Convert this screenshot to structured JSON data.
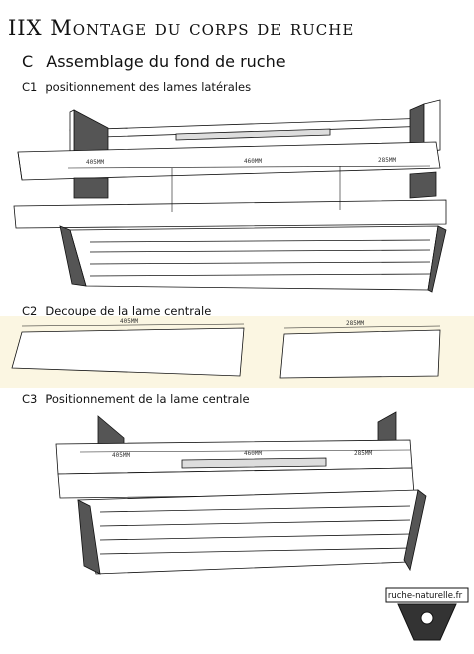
{
  "title": "IIX Montage du corps de ruche",
  "section": {
    "code": "C",
    "label": "Assemblage du fond de ruche"
  },
  "steps": [
    {
      "code": "C1",
      "label": "positionnement des lames latérales"
    },
    {
      "code": "C2",
      "label": "Decoupe de la lame centrale"
    },
    {
      "code": "C3",
      "label": "Positionnement de la lame centrale"
    }
  ],
  "dimensions_c1": [
    "405MM",
    "460MM",
    "285MM"
  ],
  "dimensions_c2": [
    "405MM",
    "285MM"
  ],
  "dimensions_c3": [
    "405MM",
    "460MM",
    "285MM"
  ],
  "logo": {
    "text": "ruche-naturelle.fr"
  },
  "colors": {
    "background_band": "#fbf6e2",
    "wood_dark": "#555555",
    "wood_light": "#ffffff",
    "line": "#111111"
  }
}
